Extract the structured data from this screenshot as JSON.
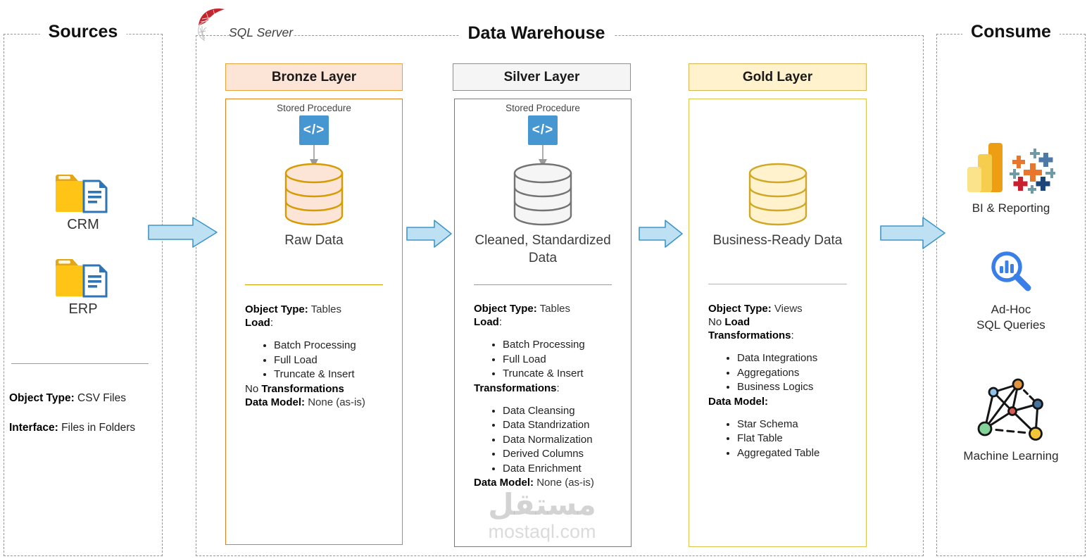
{
  "sources": {
    "title": "Sources",
    "items": [
      {
        "label": "CRM"
      },
      {
        "label": "ERP"
      }
    ],
    "object_type_label": "Object Type:",
    "object_type_value": "CSV Files",
    "interface_label": "Interface:",
    "interface_value": "Files in Folders"
  },
  "warehouse": {
    "title": "Data Warehouse",
    "platform": "SQL Server",
    "layers": [
      {
        "name": "Bronze Layer",
        "tool_label": "Stored Procedure",
        "code_glyph": "</>",
        "data_label": "Raw Data",
        "object_type_label": "Object Type:",
        "object_type_value": "Tables",
        "load_label": "Load",
        "load_colon": ":",
        "load_items": [
          "Batch Processing",
          "Full Load",
          "Truncate & Insert"
        ],
        "transformations_prefix": "No ",
        "transformations_label": "Transformations",
        "data_model_label": "Data Model:",
        "data_model_value": "None (as-is)"
      },
      {
        "name": "Silver Layer",
        "tool_label": "Stored Procedure",
        "code_glyph": "</>",
        "data_label_line1": "Cleaned, Standardized",
        "data_label_line2": "Data",
        "object_type_label": "Object Type:",
        "object_type_value": "Tables",
        "load_label": "Load",
        "load_colon": ":",
        "load_items": [
          "Batch Processing",
          "Full Load",
          "Truncate & Insert"
        ],
        "transformations_label": "Transformations",
        "transformations_colon": ":",
        "transformation_items": [
          "Data Cleansing",
          "Data Standrization",
          "Data Normalization",
          "Derived Columns",
          "Data Enrichment"
        ],
        "data_model_label": "Data Model:",
        "data_model_value": "None (as-is)"
      },
      {
        "name": "Gold Layer",
        "data_label": "Business-Ready Data",
        "object_type_label": "Object Type:",
        "object_type_value": "Views",
        "load_prefix": "No ",
        "load_label": "Load",
        "transformations_label": "Transformations",
        "transformations_colon": ":",
        "transformation_items": [
          "Data Integrations",
          "Aggregations",
          "Business Logics"
        ],
        "data_model_label": "Data Model:",
        "data_model_items": [
          "Star Schema",
          "Flat Table",
          "Aggregated Table"
        ]
      }
    ]
  },
  "consume": {
    "title": "Consume",
    "items": [
      {
        "label": "BI & Reporting",
        "icons": [
          "power-bi",
          "tableau"
        ]
      },
      {
        "label_line1": "Ad-Hoc",
        "label_line2": "SQL Queries",
        "icons": [
          "sql-search"
        ]
      },
      {
        "label": "Machine Learning",
        "icons": [
          "ml-network"
        ]
      }
    ]
  },
  "watermark": {
    "line1": "مستقل",
    "line2": "mostaql.com"
  },
  "colors": {
    "bronze_fill": "#FCE4D6",
    "bronze_stroke": "#D79B00",
    "silver_fill": "#F5F5F5",
    "silver_stroke": "#8E8E8E",
    "gold_fill": "#FFF2CC",
    "gold_stroke": "#D6B656",
    "arrow_fill": "#BDE0F2",
    "arrow_stroke": "#3E96C8",
    "code_icon_blue": "#4596D1",
    "sql_red": "#C4242B",
    "folder_yellow": "#FFC415",
    "doc_blue": "#2E75B6",
    "adhoc_blue": "#3A7FE8"
  }
}
